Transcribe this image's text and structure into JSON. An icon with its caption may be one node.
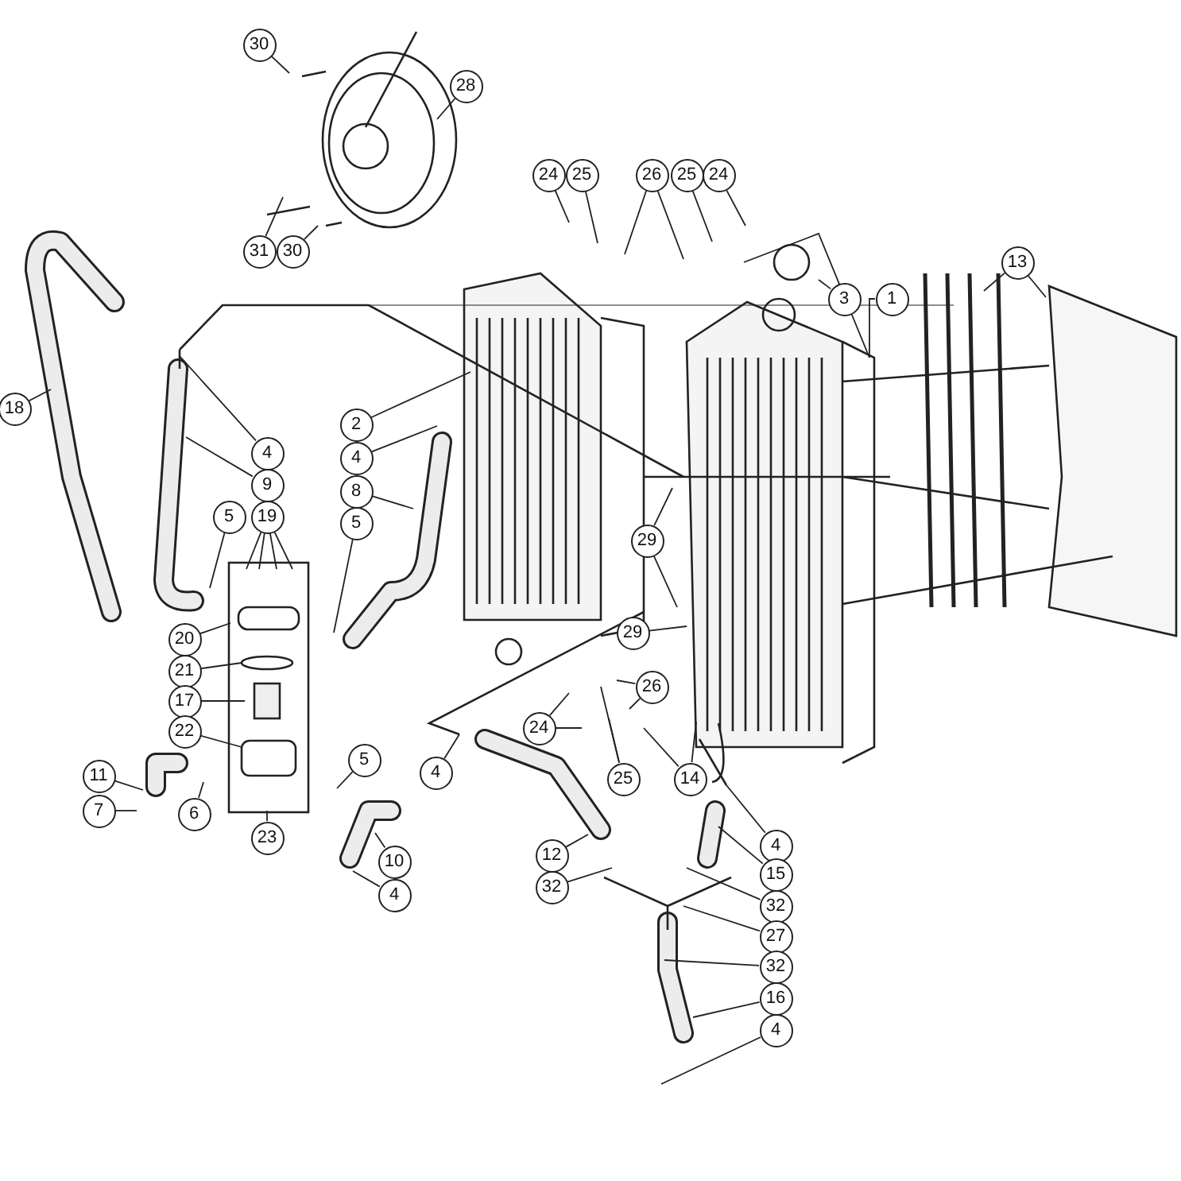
{
  "diagram": {
    "nodes": [
      {
        "text": [
          "30"
        ]
      },
      {
        "text": [
          "28"
        ]
      },
      {
        "text": [
          "31"
        ]
      },
      {
        "text": [
          "30"
        ]
      },
      {
        "text": [
          "24"
        ]
      },
      {
        "text": [
          "25"
        ]
      },
      {
        "text": [
          "26"
        ]
      },
      {
        "text": [
          "25"
        ]
      },
      {
        "text": [
          "24"
        ]
      },
      {
        "text": [
          "3"
        ]
      },
      {
        "text": [
          "1"
        ]
      },
      {
        "text": [
          "13"
        ]
      },
      {
        "text": [
          "18"
        ]
      },
      {
        "text": [
          "2"
        ]
      },
      {
        "text": [
          "4"
        ]
      },
      {
        "text": [
          "4"
        ]
      },
      {
        "text": [
          "9"
        ]
      },
      {
        "text": [
          "8"
        ]
      },
      {
        "text": [
          "5"
        ]
      },
      {
        "text": [
          "19"
        ]
      },
      {
        "text": [
          "5"
        ]
      },
      {
        "text": [
          "29"
        ]
      },
      {
        "text": [
          "20"
        ]
      },
      {
        "text": [
          "21"
        ]
      },
      {
        "text": [
          "17"
        ]
      },
      {
        "text": [
          "22"
        ]
      },
      {
        "text": [
          "29"
        ]
      },
      {
        "text": [
          "26"
        ]
      },
      {
        "text": [
          "5"
        ]
      },
      {
        "text": [
          "11"
        ]
      },
      {
        "text": [
          "7"
        ]
      },
      {
        "text": [
          "6"
        ]
      },
      {
        "text": [
          "24"
        ]
      },
      {
        "text": [
          "4"
        ]
      },
      {
        "text": [
          "25"
        ]
      },
      {
        "text": [
          "14"
        ]
      },
      {
        "text": [
          "23"
        ]
      },
      {
        "text": [
          "10"
        ]
      },
      {
        "text": [
          "4"
        ]
      },
      {
        "text": [
          "4"
        ]
      },
      {
        "text": [
          "12"
        ]
      },
      {
        "text": [
          "15"
        ]
      },
      {
        "text": [
          "32"
        ]
      },
      {
        "text": [
          "32"
        ]
      },
      {
        "text": [
          "27"
        ]
      },
      {
        "text": [
          "32"
        ]
      },
      {
        "text": [
          "16"
        ]
      },
      {
        "text": [
          "4"
        ]
      }
    ],
    "edges": [
      {
        "from": 0,
        "to": null,
        "arrow": "none"
      },
      {
        "from": 1,
        "to": null,
        "arrow": "none"
      },
      {
        "from": 2,
        "to": null,
        "arrow": "none"
      },
      {
        "from": 3,
        "to": null,
        "arrow": "none"
      },
      {
        "from": 4,
        "to": null,
        "arrow": "none"
      },
      {
        "from": 5,
        "to": null,
        "arrow": "none"
      },
      {
        "from": 6,
        "to": null,
        "arrow": "none"
      },
      {
        "from": 6,
        "to": null,
        "arrow": "none"
      },
      {
        "from": 7,
        "to": null,
        "arrow": "none"
      },
      {
        "from": 8,
        "to": null,
        "arrow": "none"
      },
      {
        "from": 9,
        "to": null,
        "arrow": "none"
      },
      {
        "from": 10,
        "to": null,
        "arrow": "none"
      },
      {
        "from": 11,
        "to": null,
        "arrow": "none"
      },
      {
        "from": 11,
        "to": null,
        "arrow": "none"
      },
      {
        "from": 12,
        "to": null,
        "arrow": "none"
      },
      {
        "from": 13,
        "to": null,
        "arrow": "none"
      },
      {
        "from": 14,
        "to": null,
        "arrow": "none"
      },
      {
        "from": 15,
        "to": null,
        "arrow": "none"
      },
      {
        "from": 16,
        "to": null,
        "arrow": "none"
      },
      {
        "from": 17,
        "to": null,
        "arrow": "none"
      },
      {
        "from": 18,
        "to": null,
        "arrow": "none"
      },
      {
        "from": 19,
        "to": null,
        "arrow": "none"
      },
      {
        "from": 19,
        "to": null,
        "arrow": "none"
      },
      {
        "from": 19,
        "to": null,
        "arrow": "none"
      },
      {
        "from": 19,
        "to": null,
        "arrow": "none"
      },
      {
        "from": 20,
        "to": null,
        "arrow": "none"
      },
      {
        "from": 21,
        "to": null,
        "arrow": "none"
      },
      {
        "from": 21,
        "to": null,
        "arrow": "none"
      },
      {
        "from": 22,
        "to": null,
        "arrow": "none"
      },
      {
        "from": 23,
        "to": null,
        "arrow": "none"
      },
      {
        "from": 24,
        "to": null,
        "arrow": "none"
      },
      {
        "from": 25,
        "to": null,
        "arrow": "none"
      },
      {
        "from": 26,
        "to": null,
        "arrow": "none"
      },
      {
        "from": 27,
        "to": null,
        "arrow": "none"
      },
      {
        "from": 27,
        "to": null,
        "arrow": "none"
      },
      {
        "from": 28,
        "to": null,
        "arrow": "none"
      },
      {
        "from": 29,
        "to": null,
        "arrow": "none"
      },
      {
        "from": 30,
        "to": null,
        "arrow": "none"
      },
      {
        "from": 31,
        "to": null,
        "arrow": "none"
      },
      {
        "from": 32,
        "to": null,
        "arrow": "none"
      },
      {
        "from": 32,
        "to": null,
        "arrow": "none"
      },
      {
        "from": 33,
        "to": null,
        "arrow": "none"
      },
      {
        "from": 34,
        "to": null,
        "arrow": "none"
      },
      {
        "from": 34,
        "to": null,
        "arrow": "none"
      },
      {
        "from": 35,
        "to": null,
        "arrow": "none"
      },
      {
        "from": 35,
        "to": null,
        "arrow": "none"
      },
      {
        "from": 36,
        "to": null,
        "arrow": "none"
      },
      {
        "from": 37,
        "to": null,
        "arrow": "none"
      },
      {
        "from": 38,
        "to": null,
        "arrow": "none"
      },
      {
        "from": 39,
        "to": null,
        "arrow": "none"
      },
      {
        "from": 40,
        "to": null,
        "arrow": "none"
      },
      {
        "from": 41,
        "to": null,
        "arrow": "none"
      },
      {
        "from": 42,
        "to": null,
        "arrow": "none"
      },
      {
        "from": 43,
        "to": null,
        "arrow": "none"
      },
      {
        "from": 44,
        "to": null,
        "arrow": "none"
      },
      {
        "from": 45,
        "to": null,
        "arrow": "none"
      },
      {
        "from": 46,
        "to": null,
        "arrow": "none"
      },
      {
        "from": 47,
        "to": null,
        "arrow": "none"
      }
    ]
  }
}
